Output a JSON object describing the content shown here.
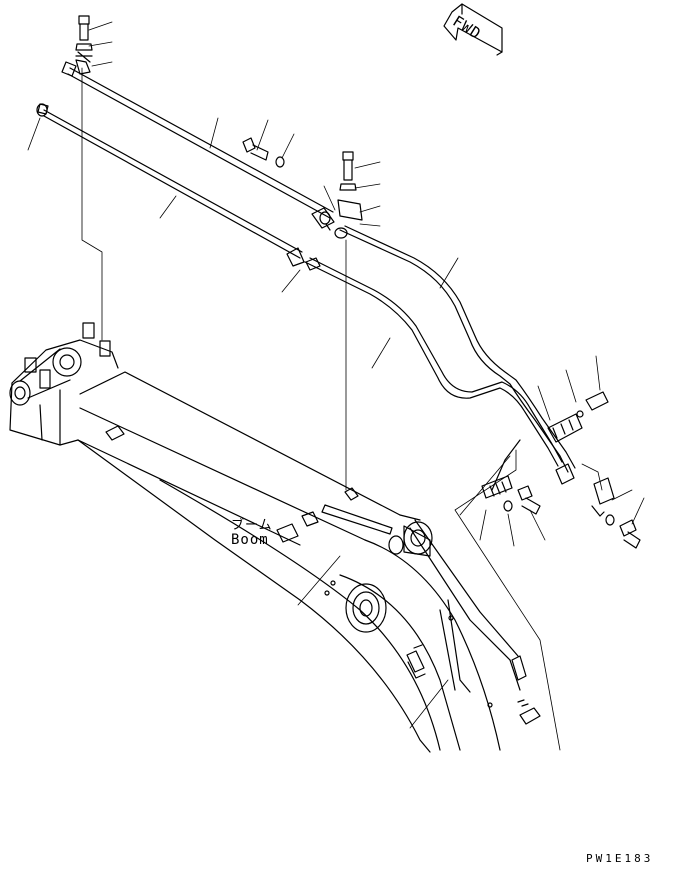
{
  "labels": {
    "boom_jp": "ブーム",
    "boom_en": "Boom",
    "fwd": "FWD",
    "drawing_number": "PW1E183"
  }
}
